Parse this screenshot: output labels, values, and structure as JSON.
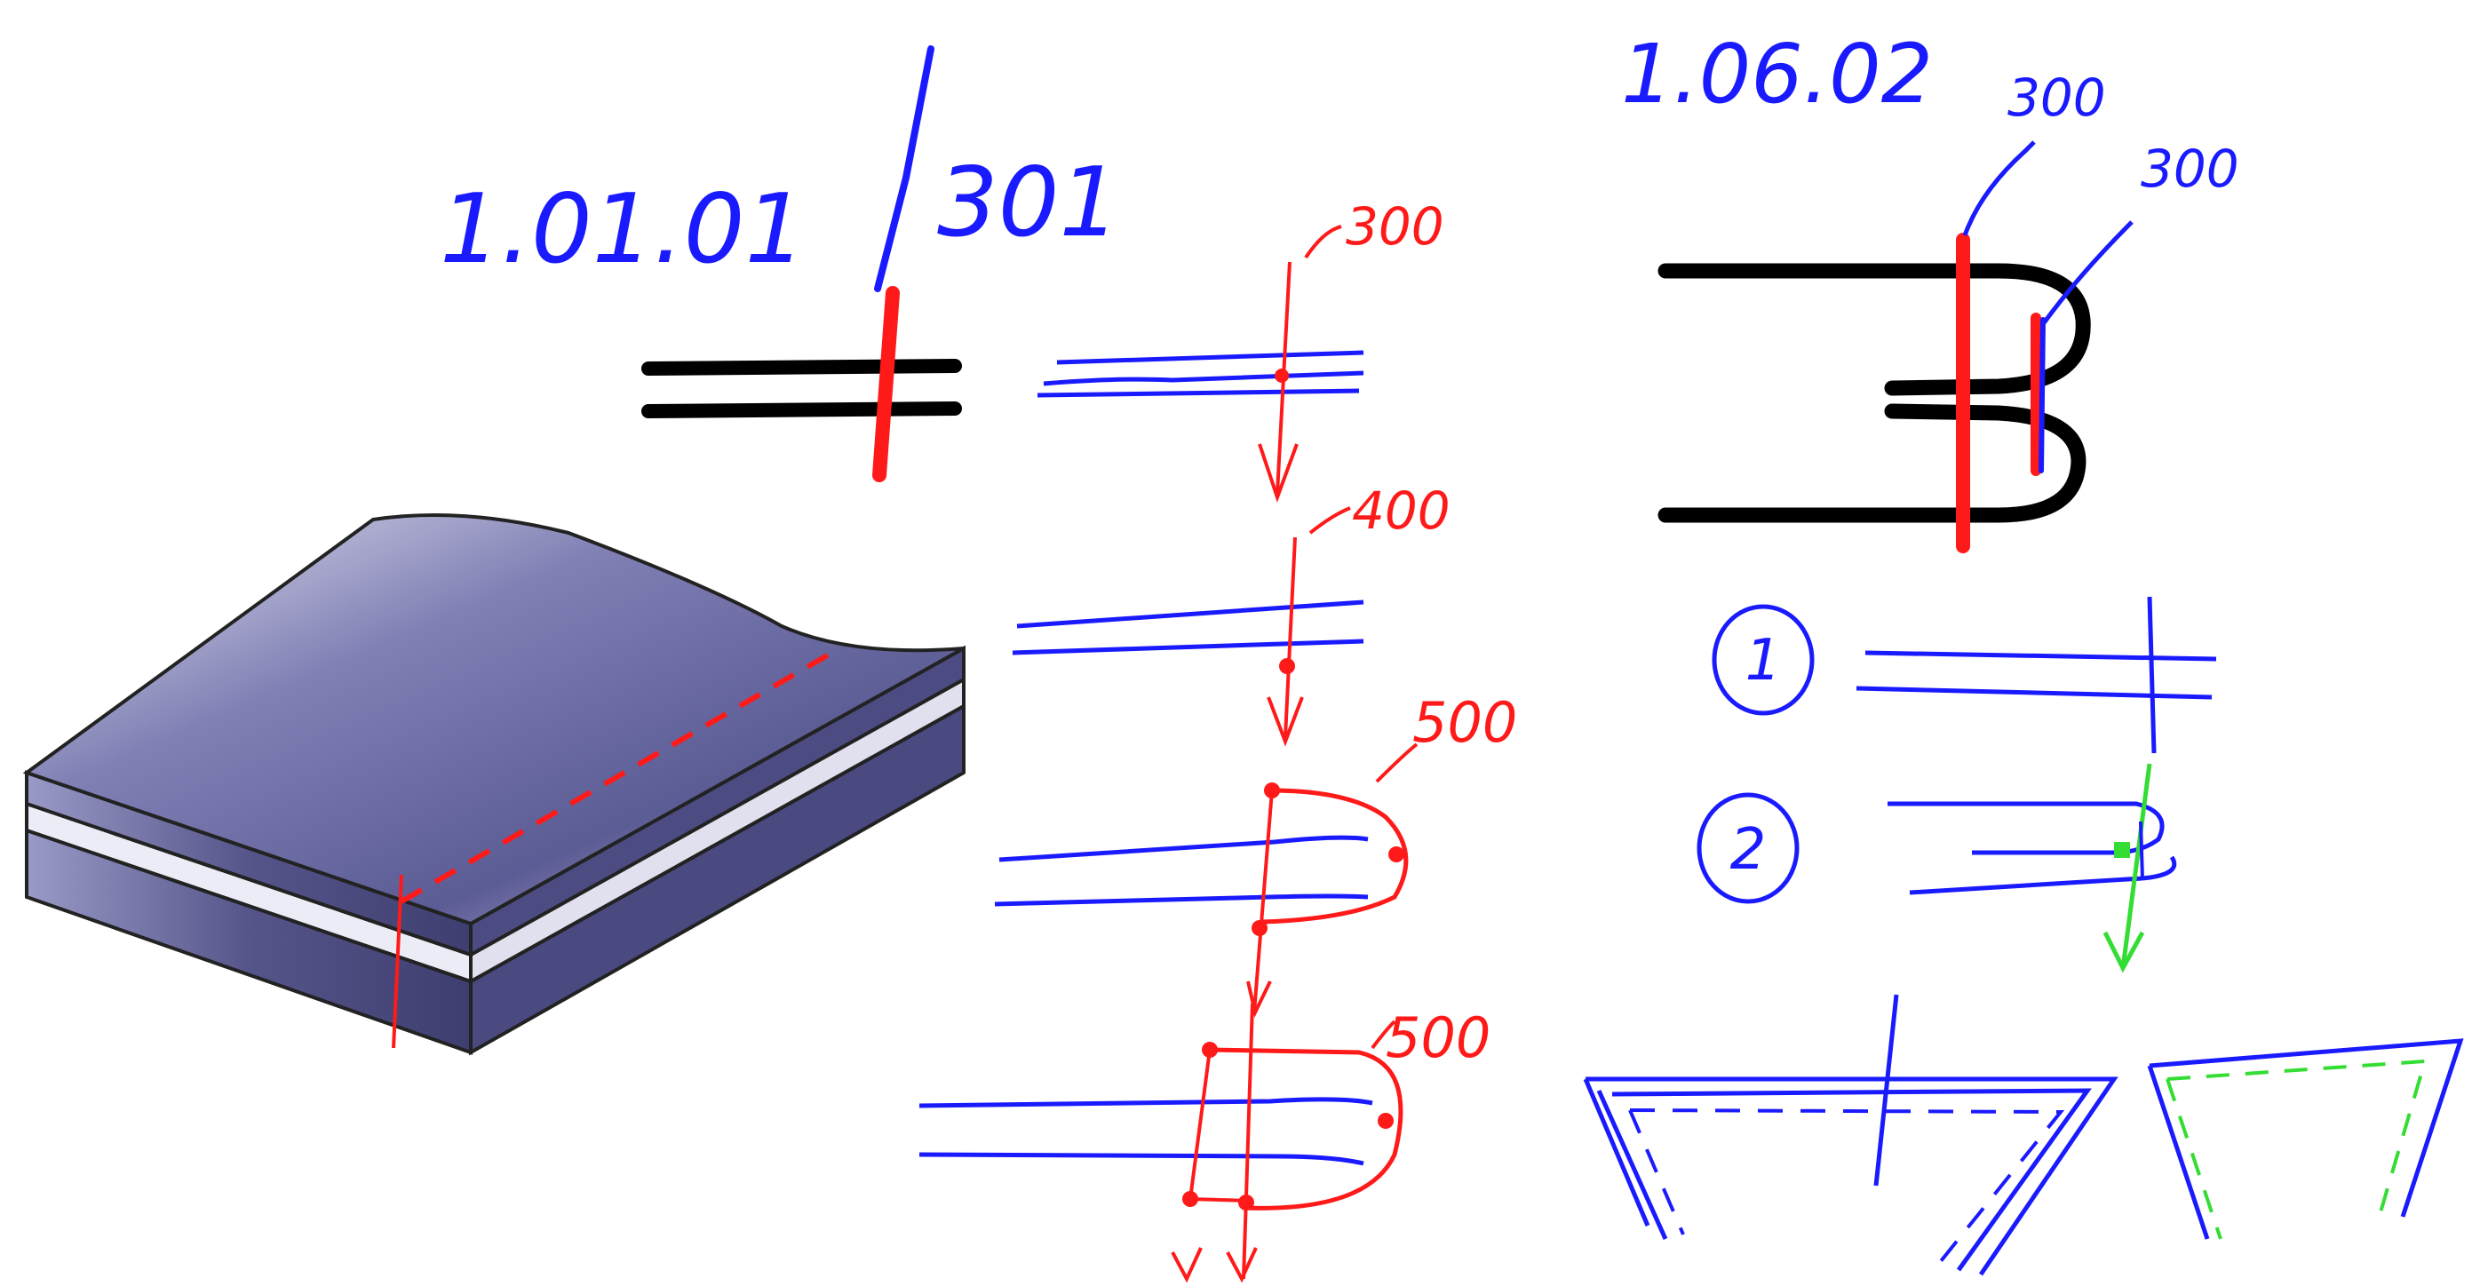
{
  "labels": {
    "code_left": "1.01.01",
    "code_left_suffix": "301",
    "code_right": "1.06.02",
    "step1_label": "300",
    "step2_label": "400",
    "step3_label": "500",
    "step4_label": "500",
    "right_label_a": "300",
    "right_label_b": "300",
    "circle_1": "1",
    "circle_2": "2"
  },
  "colors": {
    "ink_blue": "#1a1aff",
    "ink_red": "#ff1a1a",
    "ink_black": "#000000",
    "ink_green": "#33dd33",
    "plate_top": "#6a6aa6",
    "plate_light": "#e4e4f2",
    "plate_side": "#5a5a8c"
  }
}
